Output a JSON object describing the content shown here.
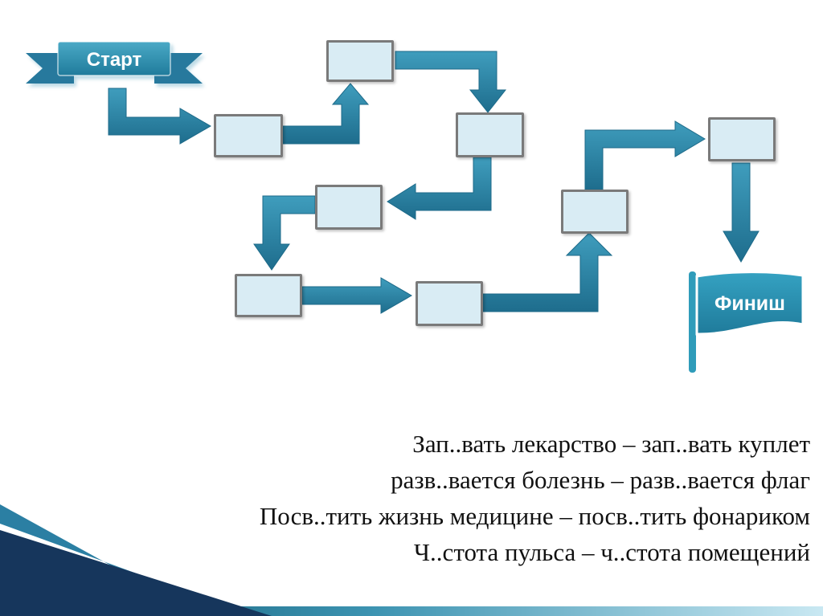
{
  "slide": {
    "start_label": "Старт",
    "finish_label": "Финиш",
    "exercise_lines": [
      "Зап..вать лекарство – зап..вать куплет",
      "разв..вается болезнь – разв..вается флаг",
      "Посв..тить жизнь медицине – посв..тить фонариком",
      "Ч..стота пульса – ч..стота помещений"
    ],
    "flow_boxes_count": 8,
    "colors": {
      "arrow_teal": "#2b81a5",
      "box_fill": "#d9ecf4",
      "box_border": "#7a7a7a",
      "banner_teal": "#2a87a6",
      "corner_navy": "#16365c",
      "bottom_bar_gradient_start": "#0e556e",
      "bottom_bar_gradient_end": "#c9e8f2",
      "text": "#111111",
      "background": "#ffffff"
    }
  }
}
